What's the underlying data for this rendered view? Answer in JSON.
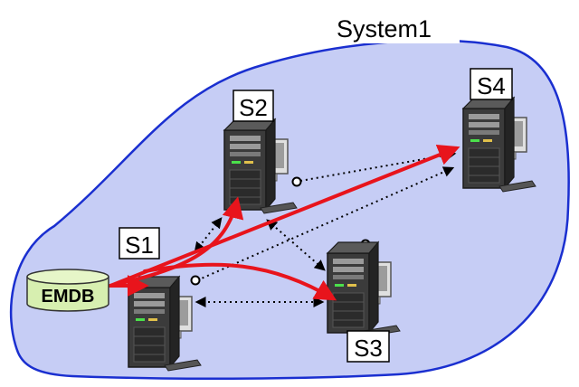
{
  "system": {
    "label": "System1"
  },
  "database": {
    "label": "EMDB"
  },
  "servers": [
    {
      "id": "s1",
      "label": "S1"
    },
    {
      "id": "s2",
      "label": "S2"
    },
    {
      "id": "s3",
      "label": "S3"
    },
    {
      "id": "s4",
      "label": "S4"
    }
  ],
  "colors": {
    "region_fill": "#c6cdf5",
    "region_stroke": "#1a2fd0",
    "primary_link": "#e8141c",
    "secondary_link": "#000000",
    "db_fill": "#d7efb0"
  }
}
